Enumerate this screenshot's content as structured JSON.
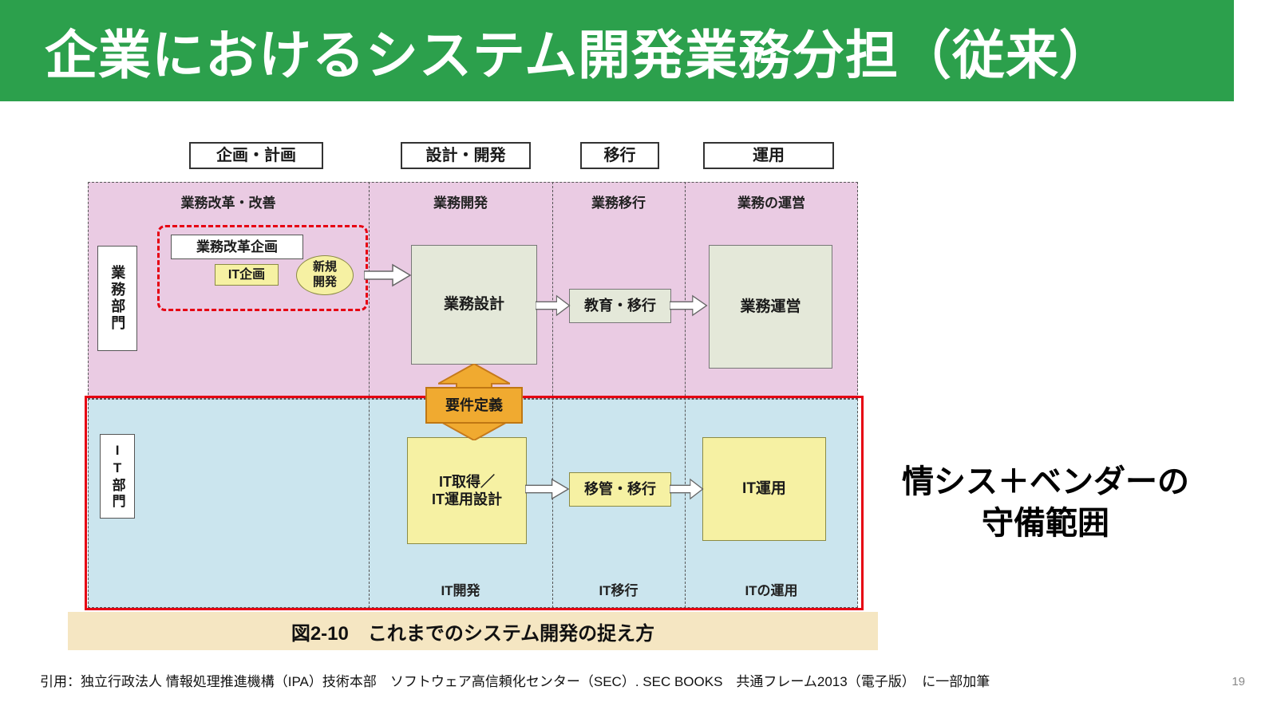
{
  "slide": {
    "title": "企業におけるシステム開発業務分担（従来）",
    "annotation": "情シス＋ベンダーの\n守備範囲",
    "citation": "引用：独立行政法人 情報処理推進機構（IPA）技術本部　ソフトウェア高信頼化センター（SEC）. SEC BOOKS　共通フレーム2013（電子版）　に一部加筆",
    "page_number": "19"
  },
  "figure": {
    "caption": "図2-10　これまでのシステム開発の捉え方",
    "phases": [
      "企画・計画",
      "設計・開発",
      "移行",
      "運用"
    ],
    "business": {
      "row_label": "業務部門",
      "columns": [
        "業務改革・改善",
        "業務開発",
        "業務移行",
        "業務の運営"
      ],
      "reform_plan": "業務改革企画",
      "it_plan": "IT企画",
      "new_dev": "新規\n開発",
      "gyomu_sekkei": "業務設計",
      "kyoiku_iko": "教育・移行",
      "gyomu_unei": "業務運営"
    },
    "requirements": "要件定義",
    "it": {
      "row_label": "IT部門",
      "acquisition": "IT取得／\nIT運用設計",
      "ikan_iko": "移管・移行",
      "it_unyo": "IT運用",
      "columns": [
        "IT開発",
        "IT移行",
        "ITの運用"
      ]
    }
  },
  "colors": {
    "banner_green": "#2CA04C",
    "business_region": "#EACBE3",
    "it_region": "#CBE5EE",
    "process_box": "#E4E8D9",
    "it_box": "#F6F1A3",
    "requirements_orange": "#F0AA30",
    "highlight_red": "#E60012",
    "caption_band": "#F5E6C2"
  }
}
